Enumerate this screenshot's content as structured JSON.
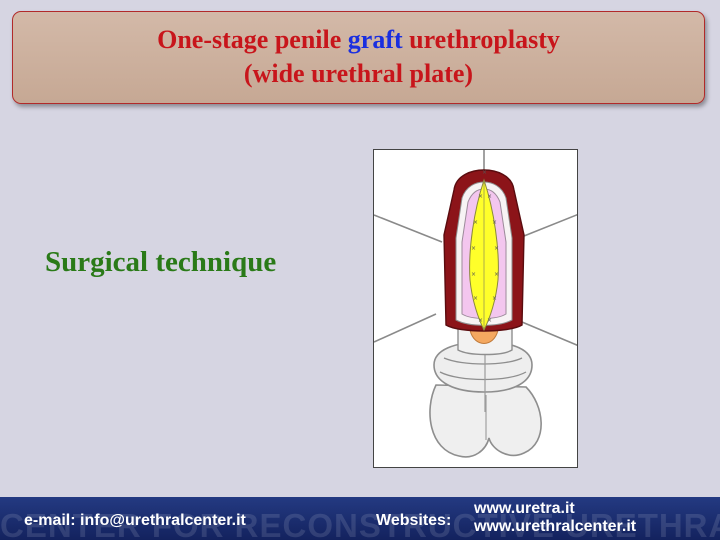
{
  "title": {
    "line1_before": "One-stage penile ",
    "line1_accent": "graft",
    "line1_after": " urethroplasty",
    "line2": "(wide urethral plate)"
  },
  "subtitle": "Surgical technique",
  "footer": {
    "watermark": "CENTER FOR RECONSTRUCTIVE URETHRAL SURGERY",
    "email": "e-mail: info@urethralcenter.it",
    "websites_label": "Websites:",
    "sites": [
      "www.uretra.it",
      "www.urethralcenter.it"
    ]
  },
  "colors": {
    "background": "#d6d5e2",
    "title_red": "#c8151b",
    "title_blue": "#1a2fe0",
    "subtitle_green": "#2a7a18",
    "footer_navy": "#1b2b6e",
    "graft_yellow": "#ffff2a",
    "mucosa_pink": "#f3c6ee",
    "tissue_darkred": "#8c1419"
  }
}
